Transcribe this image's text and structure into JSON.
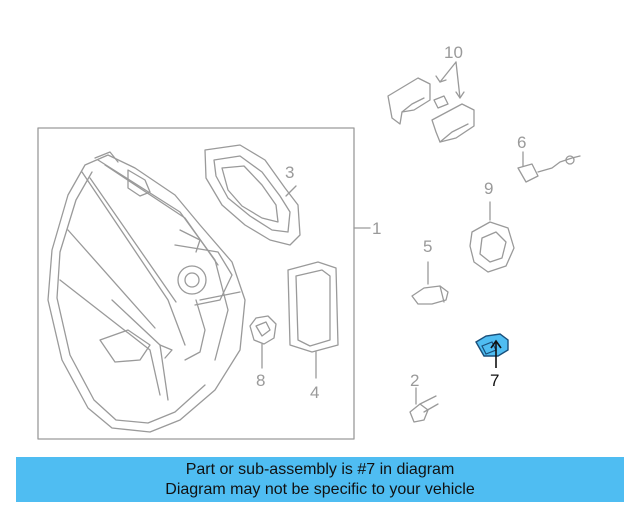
{
  "diagram": {
    "callouts": [
      "1",
      "2",
      "3",
      "4",
      "5",
      "6",
      "7",
      "8",
      "9",
      "10"
    ],
    "highlight_part": "7",
    "highlight_color": "#4fbdf2",
    "line_color": "#9a9a9a"
  },
  "banner": {
    "line1": "Part or sub-assembly is #7 in diagram",
    "line2": "Diagram may not be specific to your vehicle",
    "background": "#4fbdf2"
  }
}
